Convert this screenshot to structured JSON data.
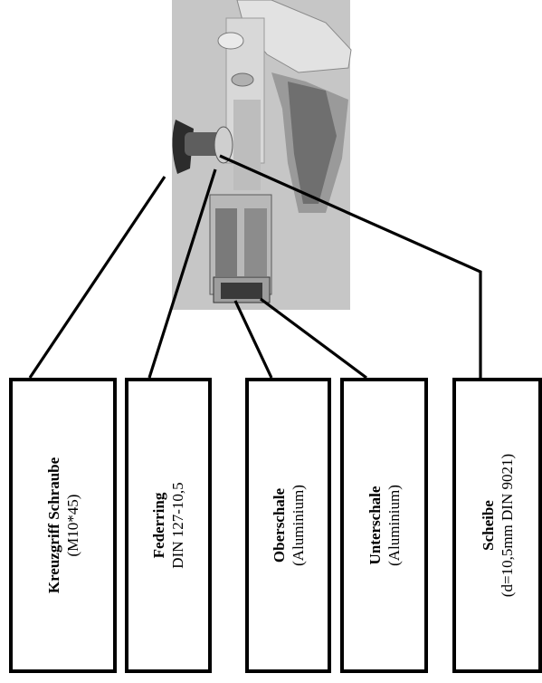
{
  "photo": {
    "description_icon": "clamp-photo-icon",
    "background_color": "#c8c8c8"
  },
  "labels": [
    {
      "title": "Kreuzgriff Schraube",
      "subtitle": "(M10*45)"
    },
    {
      "title": "Federring",
      "subtitle": "DIN 127-10,5"
    },
    {
      "title": "Oberschale",
      "subtitle": "(Aluminium)"
    },
    {
      "title": "Unterschale",
      "subtitle": "(Aluminium)"
    },
    {
      "title": "Scheibe",
      "subtitle": "(d=10,5mm DIN 9021)"
    }
  ]
}
